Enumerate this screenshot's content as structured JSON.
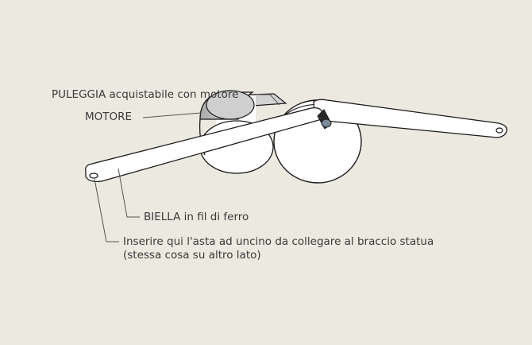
{
  "annotations": {
    "pulley": "PULEGGIA acquistabile con motore",
    "motor": "MOTORE",
    "connecting_rod": "BIELLA in fil di ferro",
    "hook_rod_line1": "Inserire qui l'asta ad uncino da collegare al braccio statua",
    "hook_rod_line2": "(stessa cosa su altro lato)"
  },
  "colors": {
    "background": "#ebe9e0",
    "fill": "#ffffff",
    "shade": "#c8c8c8",
    "stroke": "#1a1a1a",
    "leader": "#555555"
  }
}
